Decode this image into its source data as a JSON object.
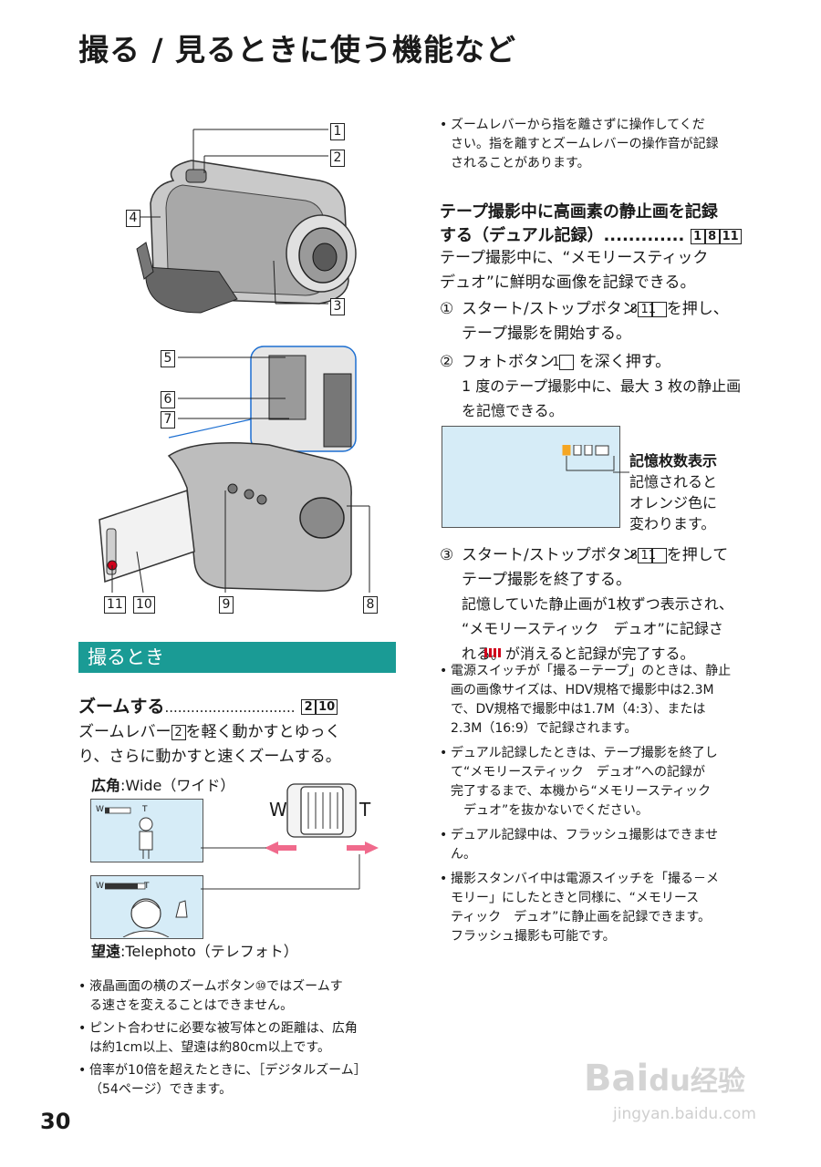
{
  "page_title": "撮る / 見るときに使う機能など",
  "page_number": "30",
  "figure_top": {
    "callouts": [
      "1",
      "2",
      "3",
      "4"
    ]
  },
  "figure_bottom": {
    "callouts": [
      "5",
      "6",
      "7",
      "11",
      "10",
      "9",
      "8"
    ]
  },
  "section_title": "撮るとき",
  "zoom": {
    "heading": "ズームする",
    "leader": "..............................",
    "refs": [
      "2",
      "10"
    ],
    "body_a": "ズームレバー",
    "body_ref": "2",
    "body_b": "を軽く動かすとゆっく",
    "body_c": "り、さらに動かすと速くズームする。",
    "wide_label_bold": "広角",
    "wide_label": ":Wide（ワイド）",
    "tele_label_bold": "望遠",
    "tele_label": ":Telephoto（テレフォト）",
    "lever_w": "W",
    "lever_t": "T",
    "screen_w1": "W",
    "screen_t1": "T",
    "screen_w2": "W",
    "screen_t2": "T",
    "notes": [
      "液晶画面の横のズームボタン⑩ではズームす",
      "る速さを変えることはできません。",
      "ピント合わせに必要な被写体との距離は、広角",
      "は約1cm以上、望遠は約80cm以上です。",
      "倍率が10倍を超えたときに、［デジタルズーム］",
      "（54ページ）できます。"
    ]
  },
  "right": {
    "note1a": "ズームレバーから指を離さずに操作してくだ",
    "note1b": "さい。指を離すとズームレバーの操作音が記録",
    "note1c": "されることがあります。",
    "heading_a": "テープ撮影中に高画素の静止画を記録",
    "heading_b": "する（デュアル記録）.............",
    "heading_refs": [
      "1",
      "8",
      "11"
    ],
    "intro_a": "テープ撮影中に、“メモリースティック",
    "intro_b": "デュオ”に鮮明な画像を記録できる。",
    "step1_num": "①",
    "step1_a": "スタート/ストップボタン",
    "step1_refs": [
      "8",
      "11"
    ],
    "step1_b": "を押し、",
    "step1_c": "テープ撮影を開始する。",
    "step2_num": "②",
    "step2_a": "フォトボタン",
    "step2_ref": "1",
    "step2_b": "を深く押す。",
    "step2_c": "1 度のテープ撮影中に、最大 3 枚の静止画",
    "step2_d": "を記憶できる。",
    "indicator_title": "記憶枚数表示",
    "indicator_a": "記憶されると",
    "indicator_b": "オレンジ色に",
    "indicator_c": "変わります。",
    "step3_num": "③",
    "step3_a": "スタート/ストップボタン",
    "step3_refs": [
      "8",
      "11"
    ],
    "step3_b": "を押して",
    "step3_c": "テープ撮影を終了する。",
    "step3_d": "記憶していた静止画が1枚ずつ表示され、",
    "step3_e": "“メモリースティック　デュオ”に記録さ",
    "step3_f": "れる。",
    "step3_g": "が消えると記録が完了する。",
    "bullets": [
      [
        "電源スイッチが「撮る－テープ」のときは、静止",
        "画の画像サイズは、HDV規格で撮影中は2.3M",
        "で、DV規格で撮影中は1.7M（4:3）、または",
        "2.3M（16:9）で記録されます。"
      ],
      [
        "デュアル記録したときは、テープ撮影を終了し",
        "て“メモリースティック　デュオ”への記録が",
        "完了するまで、本機から“メモリースティック",
        "　デュオ”を抜かないでください。"
      ],
      [
        "デュアル記録中は、フラッシュ撮影はできませ",
        "ん。"
      ],
      [
        "撮影スタンバイ中は電源スイッチを「撮る－メ",
        "モリー」にしたときと同様に、“メモリース",
        "ティック　デュオ”に静止画を記録できます。",
        "フラッシュ撮影も可能です。"
      ]
    ]
  },
  "watermark": {
    "logo_a": "Bai",
    "logo_b": "du",
    "logo_c": "经验",
    "url": "jingyan.baidu.com"
  },
  "colors": {
    "teal": "#1a9b95",
    "screen": "#d6ecf7",
    "orange": "#f5a623",
    "red": "#d0021b",
    "pink": "#f06a8c"
  }
}
